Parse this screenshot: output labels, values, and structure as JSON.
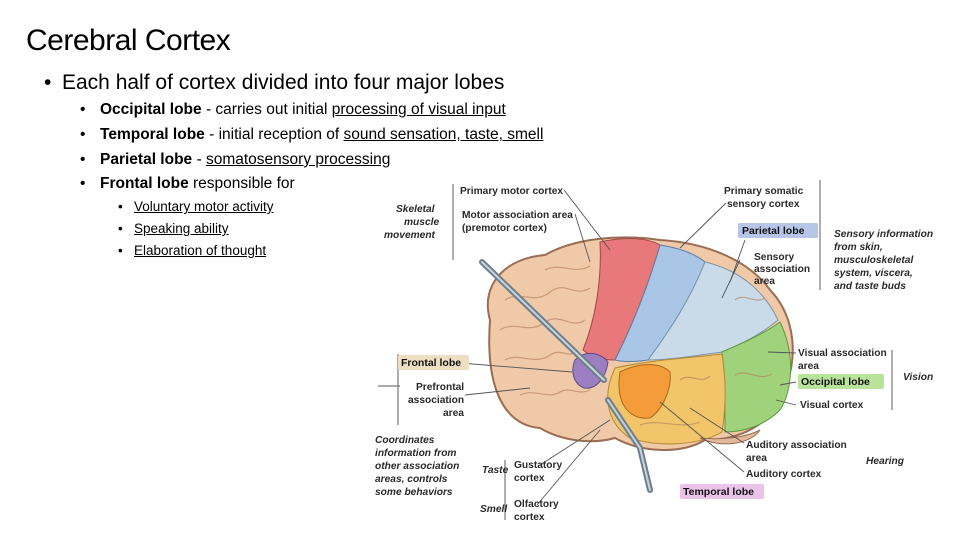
{
  "slide": {
    "title": "Cerebral Cortex",
    "main_bullet": "Each half of cortex divided into four major lobes",
    "lobes": [
      {
        "name": "Occipital lobe",
        "sep": " - carries out initial ",
        "detail": "processing of visual input"
      },
      {
        "name": "Temporal lobe",
        "sep": " - initial reception of ",
        "detail": "sound sensation, taste, smell"
      },
      {
        "name": "Parietal lobe",
        "sep": " - ",
        "detail": "somatosensory processing"
      },
      {
        "name": "Frontal lobe",
        "sep": " responsible for",
        "detail": ""
      }
    ],
    "frontal_functions": [
      "Voluntary motor activity",
      "Speaking ability",
      "Elaboration of thought"
    ]
  },
  "diagram": {
    "labels": {
      "primary_motor": "Primary motor cortex",
      "primary_somatic_1": "Primary somatic",
      "primary_somatic_2": "sensory cortex",
      "skeletal_1": "Skeletal",
      "skeletal_2": "muscle",
      "skeletal_3": "movement",
      "motor_assoc_1": "Motor association area",
      "motor_assoc_2": "(premotor cortex)",
      "parietal_lobe": "Parietal lobe",
      "sensory_info_1": "Sensory information",
      "sensory_info_2": "from skin,",
      "sensory_info_3": "musculoskeletal",
      "sensory_info_4": "system, viscera,",
      "sensory_info_5": "and taste buds",
      "sensory_assoc_1": "Sensory",
      "sensory_assoc_2": "association",
      "sensory_assoc_3": "area",
      "frontal_lobe": "Frontal lobe",
      "visual_assoc_1": "Visual association",
      "visual_assoc_2": "area",
      "prefrontal_1": "Prefrontal",
      "prefrontal_2": "association",
      "prefrontal_3": "area",
      "occipital_lobe": "Occipital lobe",
      "vision": "Vision",
      "visual_cortex": "Visual cortex",
      "coord_1": "Coordinates",
      "coord_2": "information from",
      "coord_3": "other association",
      "coord_4": "areas, controls",
      "coord_5": "some behaviors",
      "auditory_assoc_1": "Auditory association",
      "auditory_assoc_2": "area",
      "hearing": "Hearing",
      "taste": "Taste",
      "gustatory_1": "Gustatory",
      "gustatory_2": "cortex",
      "auditory_cortex": "Auditory cortex",
      "temporal_lobe": "Temporal lobe",
      "smell": "Smell",
      "olfactory_1": "Olfactory",
      "olfactory_2": "cortex"
    },
    "colors": {
      "frontal": "#f0c9a8",
      "motor": "#e8787a",
      "somatic": "#a9c6e6",
      "parietal": "#c9dbe8",
      "occipital": "#9fd27a",
      "temporal": "#f2c56a",
      "auditory": "#f49b3a",
      "broca": "#9b7fc0",
      "pill_blue": "#b7c6e8",
      "pill_green": "#b9e39a",
      "pill_pink": "#ecc3e8",
      "pill_tan": "#eedfc3"
    }
  }
}
